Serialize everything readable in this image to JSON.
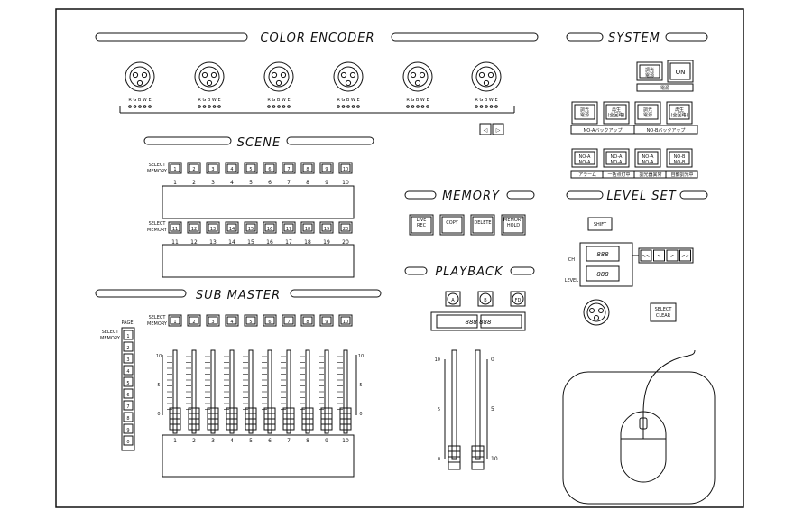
{
  "sections": {
    "color_encoder": "COLOR ENCODER",
    "system": "SYSTEM",
    "scene": "SCENE",
    "memory": "MEMORY",
    "level_set": "LEVEL SET",
    "playback": "PLAYBACK",
    "sub_master": "SUB MASTER"
  },
  "encoder_legend": "R G B W E",
  "scene": {
    "select_memory_label": "SELECT\nMEMORY",
    "row1": [
      "1",
      "2",
      "3",
      "4",
      "5",
      "6",
      "7",
      "8",
      "9",
      "10"
    ],
    "row2": [
      "11",
      "12",
      "13",
      "14",
      "15",
      "16",
      "17",
      "18",
      "19",
      "20"
    ]
  },
  "memory_buttons": [
    "LIVE\nREC",
    "COPY",
    "DELETE",
    "MEMORY\nHOLD"
  ],
  "playback": {
    "buttons": [
      "A",
      "B",
      "FD"
    ],
    "display": "888 888"
  },
  "system": {
    "on_label": "ON",
    "under_label": "電源",
    "backup_labels": [
      "NO-Aバックアップ",
      "NO-Bバックアップ"
    ],
    "bottom_labels": [
      "アラーム",
      "一括点灯中",
      "調光器異常",
      "自動調光中"
    ],
    "top_small": "調光\n電源",
    "mid_small": [
      "調光\n電源",
      "再生\n(全回路)",
      "調光\n電源",
      "再生\n(全回路)"
    ],
    "nc_small": [
      "NO-A",
      "NO-A",
      "NO-A",
      "NO-B"
    ]
  },
  "level_set": {
    "shift": "SHIFT",
    "ch": "CH",
    "level": "LEVEL",
    "display": "888",
    "select_clear": "SELECT\nCLEAR",
    "arrows": [
      "<<",
      "<",
      ">",
      ">>"
    ]
  },
  "sub_master": {
    "page_label": "PAGE",
    "select_memory_label": "SELECT\nMEMORY",
    "pages": [
      "1",
      "2",
      "3",
      "4",
      "5",
      "6",
      "7",
      "8",
      "9",
      "0"
    ],
    "faders": [
      "1",
      "2",
      "3",
      "4",
      "5",
      "6",
      "7",
      "8",
      "9",
      "10"
    ],
    "scale": [
      "10",
      "5",
      "0"
    ]
  },
  "playback_scale": {
    "left": [
      "10",
      "5",
      "0"
    ],
    "right": [
      "0",
      "5",
      "10"
    ]
  },
  "colors": {
    "line": "#111111",
    "background": "#ffffff"
  }
}
